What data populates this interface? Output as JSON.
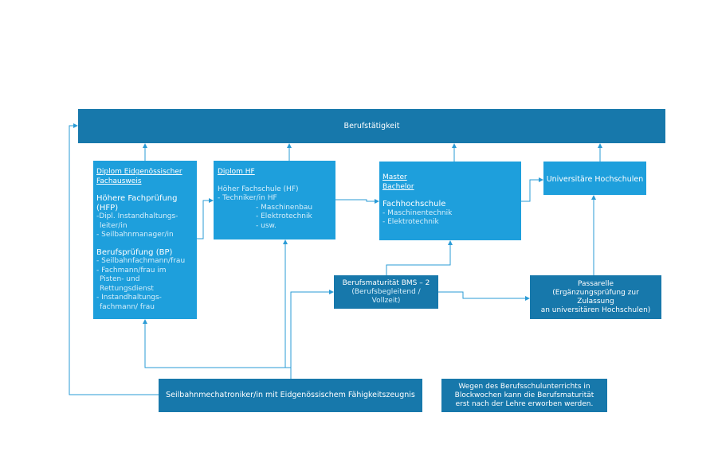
{
  "top": {
    "label": "Berufstätigkeit"
  },
  "eidg": {
    "title_line1": "Diplom Eidgenössischer",
    "title_line2": "Fachausweis",
    "hfp_heading": "Höhere Fachprüfung (HFP)",
    "hfp_items": [
      "-Dipl. Instandhaltungs-",
      "leiter/in",
      "- Seilbahnmanager/in"
    ],
    "bp_heading": "Berufsprüfung (BP)",
    "bp_items": [
      "- Seilbahnfachmann/frau",
      "- Fachmann/frau im",
      "Pisten- und",
      "Rettungsdienst",
      "- Instandhaltungs-",
      "fachmann/ frau"
    ]
  },
  "hf": {
    "title": "Diplom HF",
    "subtitle": "Höher Fachschule (HF)",
    "items": [
      "- Techniker/in HF",
      "- Maschinenbau",
      "- Elektrotechnik",
      "- usw."
    ]
  },
  "fh": {
    "title_line1": "Master",
    "title_line2": "Bachelor",
    "heading": "Fachhochschule",
    "items": [
      "- Maschinentechnik",
      "- Elektrotechnik"
    ]
  },
  "uni": {
    "label": "Universitäre Hochschulen"
  },
  "bms": {
    "line1": "Berufsmaturität BMS – 2",
    "line2": "(Berufsbegleitend /",
    "line3": "Vollzeit)"
  },
  "passarelle": {
    "line1": "Passarelle",
    "line2": "(Ergänzungsprüfung zur",
    "line3": "Zulassung",
    "line4": "an universitären Hochschulen)"
  },
  "efz": {
    "label": "Seilbahnmechatroniker/in mit Eidgenössischem Fähigkeitszeugnis"
  },
  "note": {
    "line1": "Wegen des Berufsschulunterrichts in",
    "line2": "Blockwochen kann die Berufsmaturität",
    "line3": "erst nach der Lehre erworben werden."
  },
  "colors": {
    "dark": "#1778ab",
    "light": "#1e9fdc",
    "connector": "#2a9bd6"
  }
}
